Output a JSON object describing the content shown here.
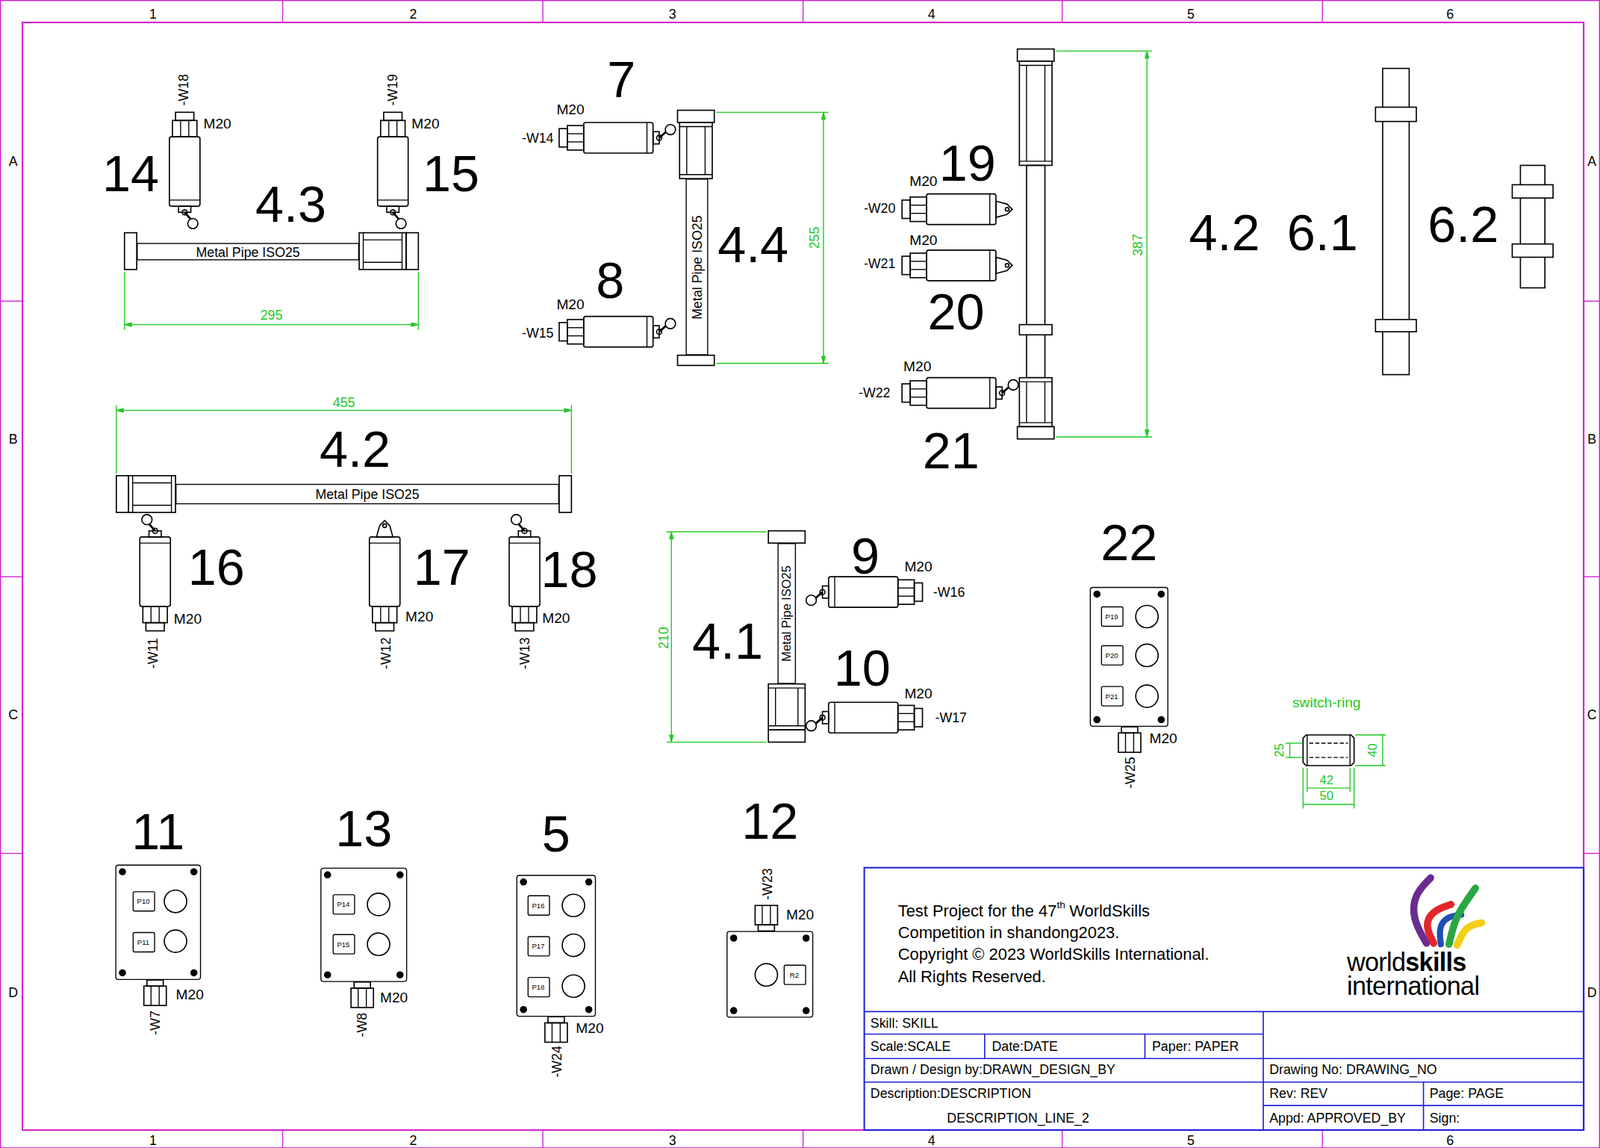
{
  "diagram": {
    "nodes": [
      {
        "text": [
          "Metal Pipe ISO25"
        ]
      },
      {
        "text": [
          "Metal Pipe ISO25"
        ]
      },
      {
        "text": [
          "Metal Pipe ISO25"
        ]
      },
      {
        "text": [
          "Metal Pipe ISO25"
        ]
      },
      {
        "text": [
          "22"
        ]
      },
      {
        "text": [
          "P19"
        ],
        "in": 4
      },
      {
        "text": [
          "P20"
        ],
        "in": 4
      },
      {
        "text": [
          "P21"
        ],
        "in": 4
      },
      {
        "text": [
          "11"
        ]
      },
      {
        "text": [
          "P10"
        ],
        "in": 8
      },
      {
        "text": [
          "P11"
        ],
        "in": 8
      },
      {
        "text": [
          "13"
        ]
      },
      {
        "text": [
          "P14"
        ],
        "in": 11
      },
      {
        "text": [
          "P15"
        ],
        "in": 11
      },
      {
        "text": [
          "5"
        ]
      },
      {
        "text": [
          "P16"
        ],
        "in": 14
      },
      {
        "text": [
          "P17"
        ],
        "in": 14
      },
      {
        "text": [
          "P18"
        ],
        "in": 14
      },
      {
        "text": [
          "12"
        ]
      },
      {
        "text": [
          "R2"
        ],
        "in": 18
      }
    ],
    "labels": [
      "1",
      "2",
      "3",
      "4",
      "5",
      "6",
      "A",
      "A",
      "B",
      "B",
      "C",
      "C",
      "D",
      "D",
      "1",
      "2",
      "3",
      "4",
      "5",
      "6",
      "-W18",
      "M20",
      "14",
      "4.3",
      "-W19",
      "M20",
      "15",
      "295",
      "7",
      "M20",
      "-W14",
      "8",
      "M20",
      "-W15",
      "4.4",
      "255",
      "19",
      "M20",
      "-W20",
      "M20",
      "-W21",
      "20",
      "M20",
      "-W22",
      "21",
      "387",
      "4.2",
      "6.1",
      "6.2",
      "455",
      "4.2",
      "16",
      "M20",
      "-W11",
      "17",
      "M20",
      "-W12",
      "18",
      "M20",
      "-W13",
      "210",
      "4.1",
      "9",
      "M20",
      "-W16",
      "10",
      "M20",
      "-W17",
      "M20",
      "-W25",
      "switch-ring",
      "25",
      "40",
      "42",
      "50",
      "M20",
      "-W7",
      "M20",
      "-W8",
      "M20",
      "-W24",
      "-W23",
      "M20",
      "Test Project for the 47",
      "th",
      "WorldSkills",
      "Competition in shandong2023.",
      "Copyright © 2023 WorldSkills International.",
      "All Rights Reserved.",
      "world",
      "skills",
      "international",
      "Skill: SKILL",
      "Scale:SCALE",
      "Date:DATE",
      "Paper: PAPER",
      "Drawn / Design by:DRAWN_DESIGN_BY",
      "Description:DESCRIPTION",
      "DESCRIPTION_LINE_2",
      "Drawing No: DRAWING_NO",
      "Rev: REV",
      "Page: PAGE",
      "Appd: APPROVED_BY",
      "Sign:"
    ]
  }
}
